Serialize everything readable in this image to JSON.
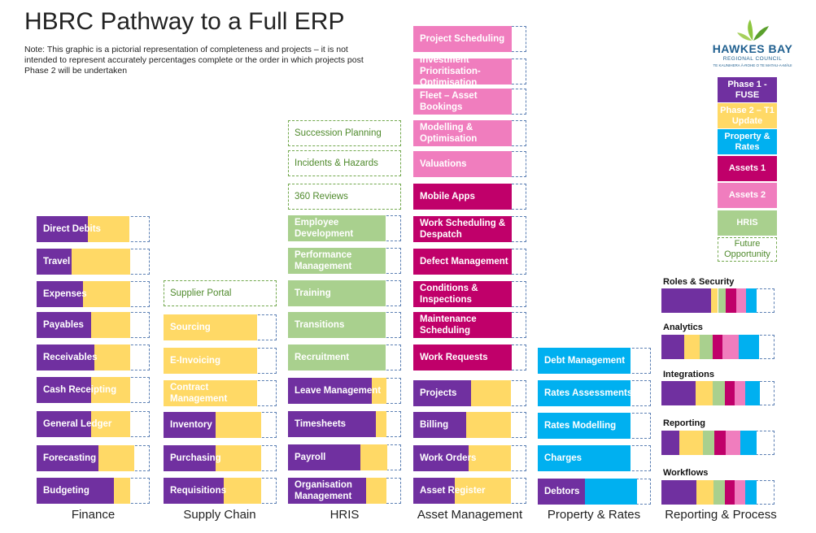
{
  "title": "HBRC Pathway to a Full ERP",
  "note": "Note: This graphic is a pictorial representation of completeness and projects – it is not intended to represent accurately percentages complete or the order in which projects post Phase 2 will be undertaken",
  "colors": {
    "phase1": "#7030a0",
    "phase2": "#ffd966",
    "property": "#00b0f0",
    "assets1": "#c0006a",
    "assets2": "#f07dbe",
    "hris": "#a9d08e",
    "future": "#72a84d"
  },
  "logo": {
    "name": "HAWKES BAY",
    "sub": "REGIONAL COUNCIL",
    "sub2": "TE KAUNIHERA Ā-ROHE O TE MATAU-A-MĀUI"
  },
  "legend": [
    {
      "label": "Phase 1 - FUSE",
      "color": "#7030a0"
    },
    {
      "label": "Phase 2 – T1 Update",
      "color": "#ffd966"
    },
    {
      "label": "Property & Rates",
      "color": "#00b0f0"
    },
    {
      "label": "Assets 1",
      "color": "#c0006a"
    },
    {
      "label": "Assets 2",
      "color": "#f07dbe"
    },
    {
      "label": "HRIS",
      "color": "#a9d08e"
    },
    {
      "label": "Future Opportunity",
      "color": "future"
    }
  ],
  "columns": {
    "finance": {
      "label": "Finance",
      "items": [
        {
          "label": "Direct Debits",
          "p1": 0.45,
          "p2": 0.37
        },
        {
          "label": "Travel",
          "p1": 0.31,
          "p2": 0.52
        },
        {
          "label": "Expenses",
          "p1": 0.41,
          "p2": 0.42
        },
        {
          "label": "Payables",
          "p1": 0.48,
          "p2": 0.35
        },
        {
          "label": "Receivables",
          "p1": 0.51,
          "p2": 0.32
        },
        {
          "label": "Cash Receipting",
          "p1": 0.48,
          "p2": 0.35
        },
        {
          "label": "General Ledger",
          "p1": 0.48,
          "p2": 0.35
        },
        {
          "label": "Forecasting",
          "p1": 0.55,
          "p2": 0.31
        },
        {
          "label": "Budgeting",
          "p1": 0.68,
          "p2": 0.15
        }
      ]
    },
    "supply_chain": {
      "label": "Supply Chain",
      "items": [
        {
          "label": "Supplier Portal",
          "future": true
        },
        {
          "label": "Sourcing",
          "p2": 0.83
        },
        {
          "label": "E-Invoicing",
          "p2": 0.83
        },
        {
          "label": "Contract Management",
          "p2": 0.83
        },
        {
          "label": "Inventory",
          "p1": 0.46,
          "p2": 0.4
        },
        {
          "label": "Purchasing",
          "p1": 0.46,
          "p2": 0.4
        },
        {
          "label": "Requisitions",
          "p1": 0.53,
          "p2": 0.33
        }
      ]
    },
    "hris": {
      "label": "HRIS",
      "items": [
        {
          "label": "Succession Planning",
          "future": true
        },
        {
          "label": "Incidents & Hazards",
          "future": true
        },
        {
          "label": "360 Reviews",
          "future": true
        },
        {
          "label": "Employee Development",
          "hr": 0.86
        },
        {
          "label": "Performance Management",
          "hr": 0.86
        },
        {
          "label": "Training",
          "hr": 0.86
        },
        {
          "label": "Transitions",
          "hr": 0.86
        },
        {
          "label": "Recruitment",
          "hr": 0.86
        },
        {
          "label": "Leave Management",
          "p1": 0.74,
          "p2": 0.13
        },
        {
          "label": "Timesheets",
          "p1": 0.78,
          "p2": 0.09
        },
        {
          "label": "Payroll",
          "p1": 0.64,
          "p2": 0.24
        },
        {
          "label": "Organisation Management",
          "p1": 0.69,
          "p2": 0.18
        }
      ]
    },
    "asset_management": {
      "label": "Asset Management",
      "items": [
        {
          "label": "Project Scheduling",
          "a2": 0.87
        },
        {
          "label": "Investment Prioritisation-Optimisation",
          "a2": 0.87
        },
        {
          "label": "Fleet – Asset Bookings",
          "a2": 0.87
        },
        {
          "label": "Modelling & Optimisation",
          "a2": 0.87
        },
        {
          "label": "Valuations",
          "a2": 0.87
        },
        {
          "label": "Mobile Apps",
          "a1": 0.87
        },
        {
          "label": "Work Scheduling & Despatch",
          "a1": 0.87
        },
        {
          "label": "Defect Management",
          "a1": 0.87
        },
        {
          "label": "Conditions & Inspections",
          "a1": 0.87
        },
        {
          "label": "Maintenance Scheduling",
          "a1": 0.87
        },
        {
          "label": "Work Requests",
          "a1": 0.87
        },
        {
          "label": "Projects",
          "p1": 0.51,
          "p2": 0.35
        },
        {
          "label": "Billing",
          "p1": 0.47,
          "p2": 0.39
        },
        {
          "label": "Work Orders",
          "p1": 0.49,
          "p2": 0.37
        },
        {
          "label": "Asset Register",
          "p1": 0.37,
          "p2": 0.49
        }
      ]
    },
    "property_rates": {
      "label": "Property & Rates",
      "items": [
        {
          "label": "Debt Management",
          "pr": 0.82
        },
        {
          "label": "Rates Assessments",
          "pr": 0.82
        },
        {
          "label": "Rates Modelling",
          "pr": 0.82
        },
        {
          "label": "Charges",
          "pr": 0.82
        },
        {
          "label": "Debtors",
          "p1": 0.42,
          "pr": 0.46
        }
      ]
    },
    "reporting_process": {
      "label": "Reporting & Process",
      "items": [
        {
          "label": "Roles & Security",
          "segs": [
            [
              "p1",
              0.44
            ],
            [
              "p2",
              0.06
            ],
            [
              "hr",
              0.07
            ],
            [
              "a1",
              0.09
            ],
            [
              "a2",
              0.09
            ],
            [
              "pr",
              0.09
            ]
          ]
        },
        {
          "label": "Analytics",
          "segs": [
            [
              "p1",
              0.2
            ],
            [
              "p2",
              0.14
            ],
            [
              "hr",
              0.11
            ],
            [
              "a1",
              0.09
            ],
            [
              "a2",
              0.14
            ],
            [
              "pr",
              0.18
            ]
          ]
        },
        {
          "label": "Integrations",
          "segs": [
            [
              "p1",
              0.3
            ],
            [
              "p2",
              0.15
            ],
            [
              "hr",
              0.11
            ],
            [
              "a1",
              0.09
            ],
            [
              "a2",
              0.09
            ],
            [
              "pr",
              0.13
            ]
          ]
        },
        {
          "label": "Reporting",
          "segs": [
            [
              "p1",
              0.16
            ],
            [
              "p2",
              0.21
            ],
            [
              "hr",
              0.1
            ],
            [
              "a1",
              0.1
            ],
            [
              "a2",
              0.13
            ],
            [
              "pr",
              0.14
            ]
          ]
        },
        {
          "label": "Workflows",
          "segs": [
            [
              "p1",
              0.31
            ],
            [
              "p2",
              0.15
            ],
            [
              "hr",
              0.1
            ],
            [
              "a1",
              0.09
            ],
            [
              "a2",
              0.09
            ],
            [
              "pr",
              0.1
            ]
          ]
        }
      ]
    }
  }
}
